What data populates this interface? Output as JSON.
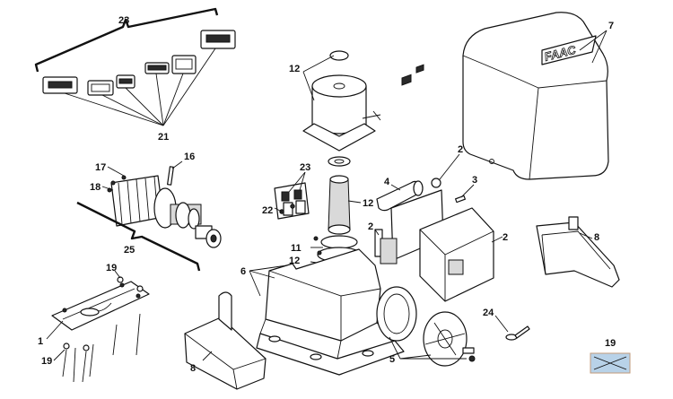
{
  "diagram": {
    "brand_logo": "FAAC",
    "swatch_color": "#b8d2e8",
    "swatch_border": "#c29a7a",
    "labels": {
      "l23_top": "23",
      "l21": "21",
      "l12_top": "12",
      "l7": "7",
      "l16": "16",
      "l17": "17",
      "l18": "18",
      "l25": "25",
      "l23_mid": "23",
      "l22": "22",
      "l4": "4",
      "l2_top": "2",
      "l3": "3",
      "l12_mid": "12",
      "l2_mid": "2",
      "l2_right": "2",
      "l11": "11",
      "l12_low": "12",
      "l6": "6",
      "l8_right": "8",
      "l19_top": "19",
      "l1": "1",
      "l19_bottom": "19",
      "l24": "24",
      "l5": "5",
      "l8_bottom": "8",
      "l19_right": "19"
    }
  }
}
